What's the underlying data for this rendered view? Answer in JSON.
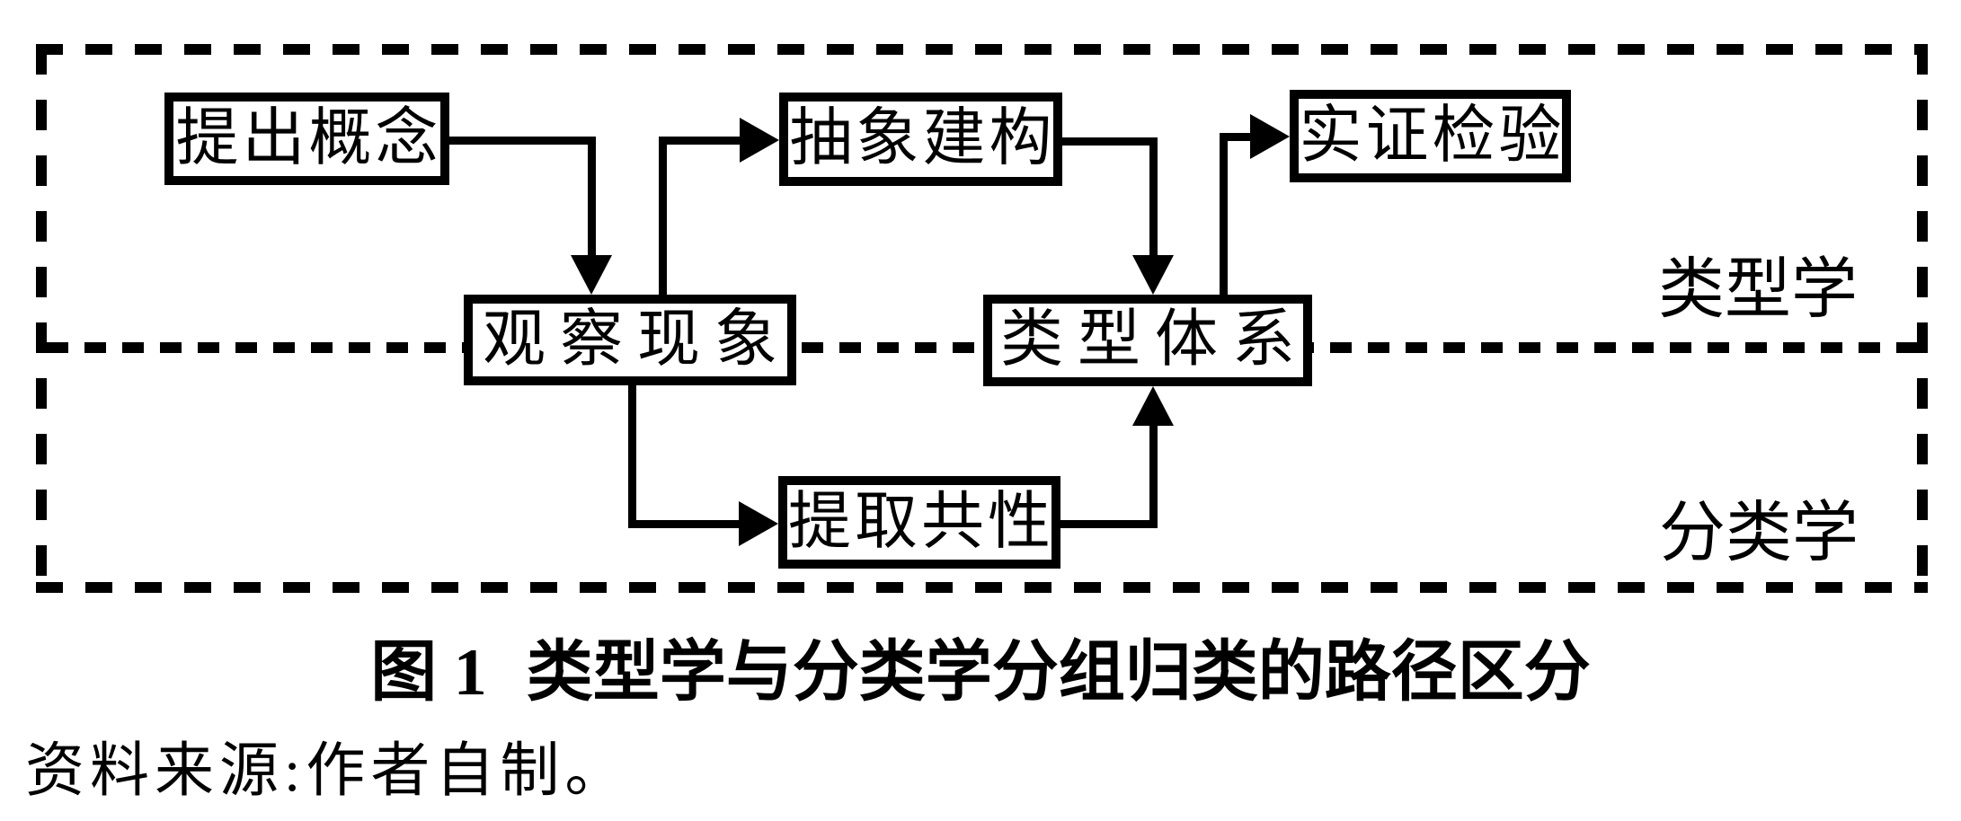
{
  "figure": {
    "boxes": [
      {
        "id": "propose-concept",
        "label": "提出概念"
      },
      {
        "id": "abstract-construction",
        "label": "抽象建构"
      },
      {
        "id": "empirical-test",
        "label": "实证检验"
      },
      {
        "id": "observe-phenomena",
        "label": "观察现象"
      },
      {
        "id": "type-system",
        "label": "类型体系"
      },
      {
        "id": "extract-commonality",
        "label": "提取共性"
      }
    ],
    "edges": [
      {
        "from": "propose-concept",
        "to": "observe-phenomena"
      },
      {
        "from": "observe-phenomena",
        "to": "abstract-construction"
      },
      {
        "from": "abstract-construction",
        "to": "type-system"
      },
      {
        "from": "type-system",
        "to": "empirical-test"
      },
      {
        "from": "observe-phenomena",
        "to": "extract-commonality"
      },
      {
        "from": "extract-commonality",
        "to": "type-system"
      }
    ],
    "region_labels": {
      "top_half": "类型学",
      "bottom_half": "分类学"
    },
    "caption": {
      "figure_number": "图 1",
      "title": "类型学与分类学分组归类的路径区分"
    },
    "source_note": "资料来源:作者自制。",
    "colors": {
      "ink": "#000000",
      "background": "#ffffff"
    }
  }
}
